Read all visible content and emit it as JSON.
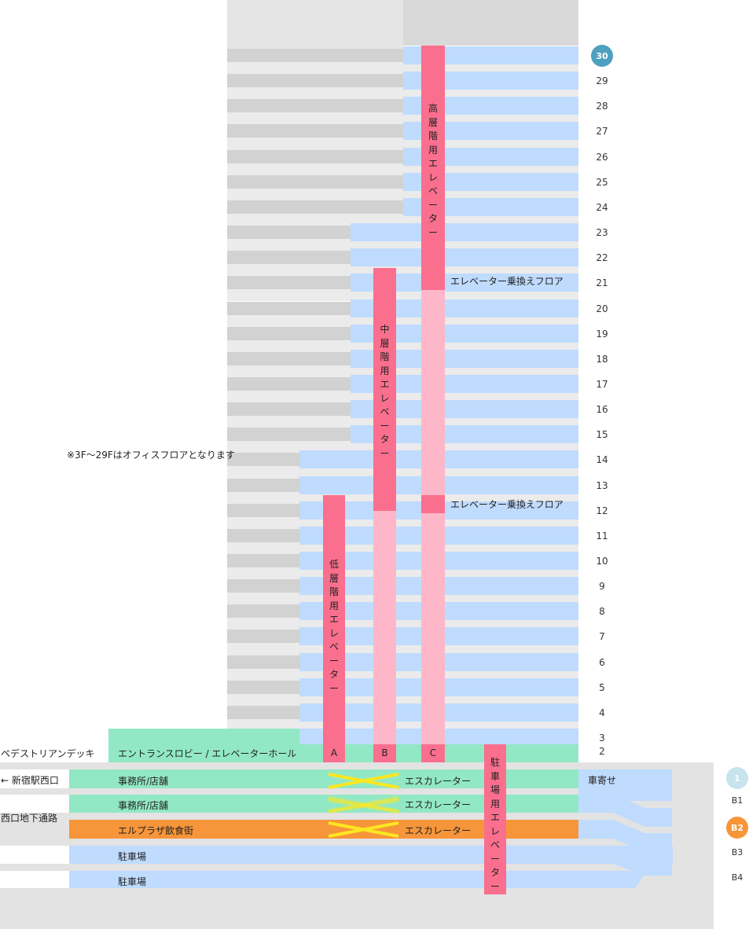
{
  "note": "※3F〜29Fはオフィスフロアとなります",
  "floors": [
    "30",
    "29",
    "28",
    "27",
    "26",
    "25",
    "24",
    "23",
    "22",
    "21",
    "20",
    "19",
    "18",
    "17",
    "16",
    "15",
    "14",
    "13",
    "12",
    "11",
    "10",
    "9",
    "8",
    "7",
    "6",
    "5",
    "4",
    "3",
    "2"
  ],
  "current_floor": "30",
  "basement_floors": [
    "1",
    "B1",
    "B2",
    "B3",
    "B4"
  ],
  "elevators": {
    "high": "高層階用エレベーター",
    "mid": "中層階用エレベーター",
    "low": "低層階用エレベーター",
    "parking": "駐車場用エレベーター",
    "label_a": "A",
    "label_b": "B",
    "label_c": "C"
  },
  "transfer_floor_label": "エレベーター乗換えフロア",
  "left_labels": {
    "pedestrian_deck": "ペデストリアンデッキ",
    "shinjuku_west": "← 新宿駅西口",
    "west_underground": "西口地下通路"
  },
  "lobby": "エントランスロビー / エレベーターホール",
  "lower_floors": {
    "f1": "事務所/店舗",
    "b1": "事務所/店舗",
    "b2": "エルプラザ飲食街",
    "b3": "駐車場",
    "b4": "駐車場"
  },
  "escalator": "エスカレーター",
  "drop_off": "車寄せ",
  "colors": {
    "office": "#bfdbfe",
    "lobby": "#92e8c4",
    "restaurant": "#f7953a",
    "elevator": "#fa6f8e",
    "elevator_light": "#fdb7c9",
    "badge_current": "#4fa0bf",
    "badge_light": "#c6e3ee",
    "badge_b2": "#f7953a",
    "escalator": "#fce720"
  }
}
